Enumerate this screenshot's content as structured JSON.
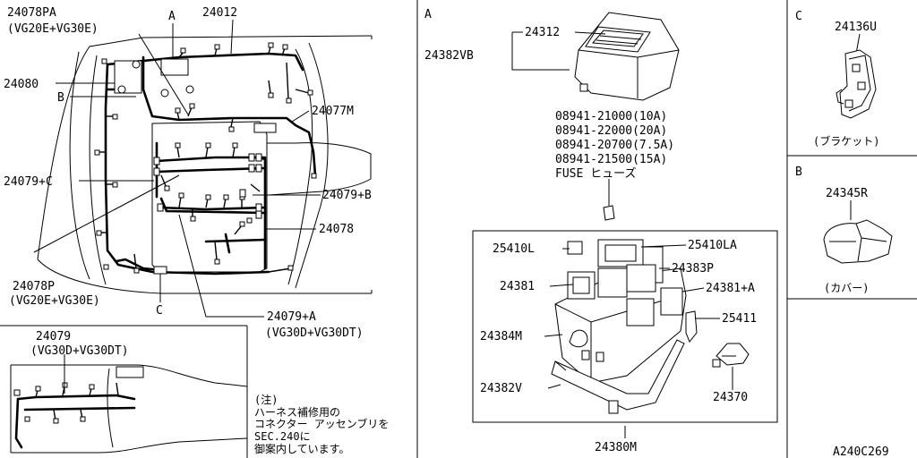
{
  "sections": [
    {
      "id": "main",
      "part_labels": [
        "24078PA",
        "(VG20E+VG30E)",
        "24012",
        "24080",
        "24077M",
        "24079+C",
        "24079+B",
        "24078",
        "24078P",
        "(VG20E+VG30E)",
        "24079+A",
        "(VG30D+VG30DT)"
      ],
      "callout_letters": [
        "A",
        "B",
        "C"
      ]
    },
    {
      "id": "sub-24079",
      "part_labels": [
        "24079",
        "(VG30D+VG30DT)"
      ]
    },
    {
      "id": "note",
      "lines": [
        "(注)",
        "ハーネス補修用の",
        "コネクター アッセンブリを",
        "SEC.240に",
        "御案内しています。"
      ]
    },
    {
      "id": "A",
      "letter": "A",
      "part_labels": [
        "24312",
        "24382VB",
        "25410L",
        "25410LA",
        "24383P",
        "24381",
        "24381+A",
        "25411",
        "24384M",
        "24382V",
        "24370",
        "24380M"
      ],
      "fuse_list": [
        "08941-21000(10A)",
        "08941-22000(20A)",
        "08941-20700(7.5A)",
        "08941-21500(15A)",
        "FUSE ヒューズ"
      ]
    },
    {
      "id": "C",
      "letter": "C",
      "part_labels": [
        "24136U"
      ],
      "caption": "(ブラケット)"
    },
    {
      "id": "B",
      "letter": "B",
      "part_labels": [
        "24345R"
      ],
      "caption": "(カバー)"
    }
  ],
  "diagram_code": "A240C269"
}
